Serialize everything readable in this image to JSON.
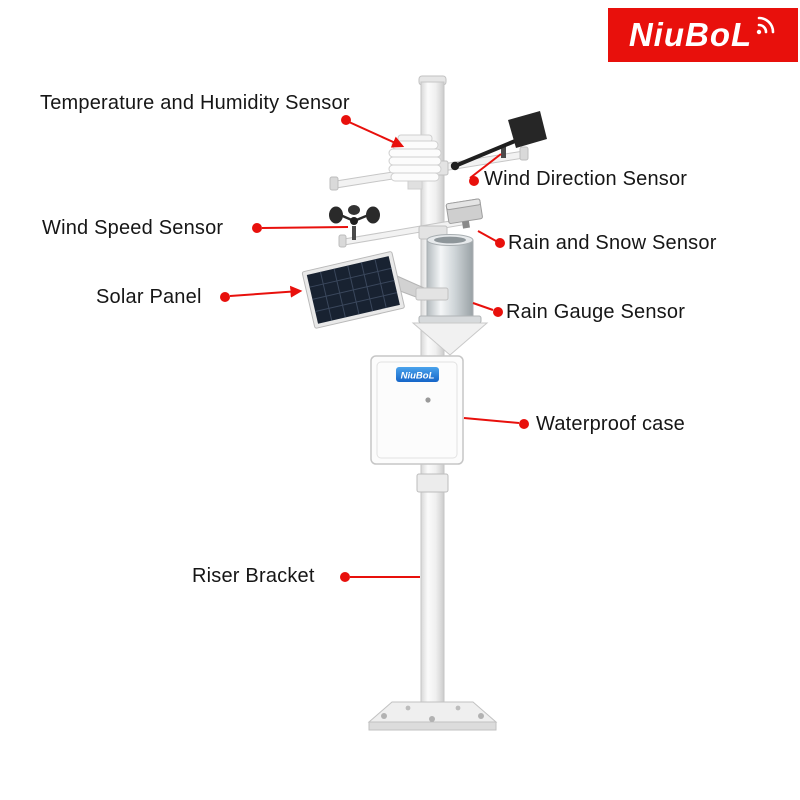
{
  "brand": {
    "name": "NiuBoL",
    "background_color": "#e8100c",
    "text_color": "#ffffff"
  },
  "case_badge": {
    "text": "NiuBoL",
    "color": "#1f7de0"
  },
  "accent": {
    "callout_red": "#e8100c"
  },
  "labels": {
    "temperature_humidity": "Temperature and Humidity Sensor",
    "wind_direction": "Wind Direction Sensor",
    "wind_speed": "Wind Speed Sensor",
    "rain_snow": "Rain and Snow Sensor",
    "solar_panel": "Solar Panel",
    "rain_gauge": "Rain Gauge Sensor",
    "waterproof_case": "Waterproof case",
    "riser_bracket": "Riser Bracket"
  }
}
